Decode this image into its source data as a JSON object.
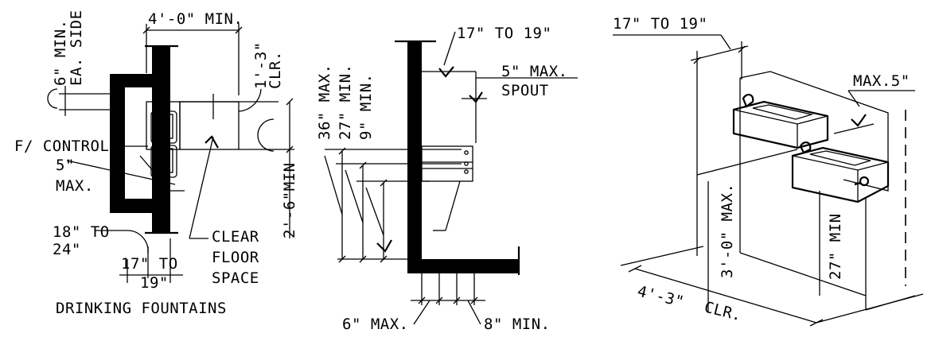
{
  "plan_view": {
    "title": "DRINKING FOUNTAINS",
    "dim_4ft_min": "4'-0\" MIN.",
    "dim_6_min": "6\" MIN.",
    "ea_side": "EA. SIDE",
    "dim_1ft3": "1'-3\"",
    "clr": "CLR.",
    "f_controls": "F/ CONTROLS",
    "dim_5": "5\"",
    "max": "MAX.",
    "dim_2ft6_min": "2'-6\"MIN",
    "dim_18": "18\" TO",
    "dim_24": "24\"",
    "dim_17_to": "17\" TO",
    "dim_19": "19\"",
    "clear_floor": "CLEAR",
    "floor": "FLOOR",
    "space": "SPACE"
  },
  "section_view": {
    "dim_17_to_19": "17\" TO 19\"",
    "dim_5_max": "5\" MAX.",
    "spout": "SPOUT",
    "dim_36_max": "36\" MAX.",
    "dim_27_min": "27\" MIN.",
    "dim_9_min": "9\" MIN.",
    "dim_6_max": "6\" MAX.",
    "dim_8_min": "8\" MIN."
  },
  "iso_view": {
    "dim_17_to_19": "17\" TO 19\"",
    "max_5": "MAX.5\"",
    "dim_3ft_max": "3'-0\" MAX.",
    "dim_27_min": "27\" MIN",
    "dim_4ft3": "4'-3\"",
    "clr": "CLR."
  }
}
